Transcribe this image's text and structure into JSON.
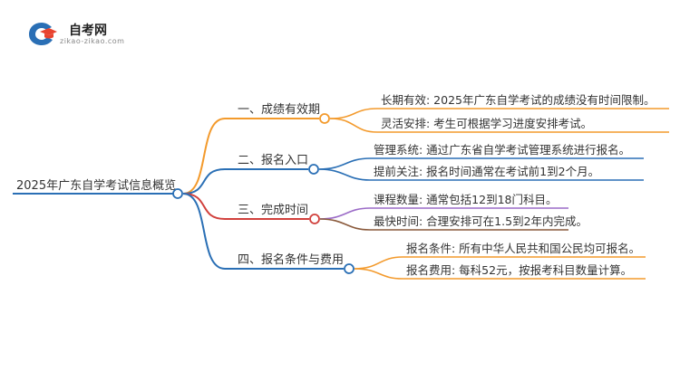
{
  "logo": {
    "title": "自考网",
    "subtitle": "zikao-zikao.com"
  },
  "mindmap": {
    "root": "2025年广东自学考试信息概览",
    "branches": [
      {
        "label": "一、成绩有效期",
        "color": "#f39a2c",
        "leaves": [
          "长期有效: 2025年广东自学考试的成绩没有时间限制。",
          "灵活安排: 考生可根据学习进度安排考试。"
        ]
      },
      {
        "label": "二、报名入口",
        "color": "#2a6fb5",
        "leaves": [
          "管理系统: 通过广东省自学考试管理系统进行报名。",
          "提前关注: 报名时间通常在考试前1到2个月。"
        ]
      },
      {
        "label": "三、完成时间",
        "color": "#d1403c",
        "leaves": [
          "课程数量: 通常包括12到18门科目。",
          "最快时间: 合理安排可在1.5到2年内完成。"
        ],
        "leaf_colors": [
          "#9b6bc7",
          "#8a5a3c"
        ]
      },
      {
        "label": "四、报名条件与费用",
        "color": "#2a6fb5",
        "leaves": [
          "报名条件: 所有中华人民共和国公民均可报名。",
          "报名费用: 每科52元，按报考科目数量计算。"
        ],
        "leaf_colors": [
          "#f39a2c",
          "#f39a2c"
        ]
      }
    ]
  }
}
